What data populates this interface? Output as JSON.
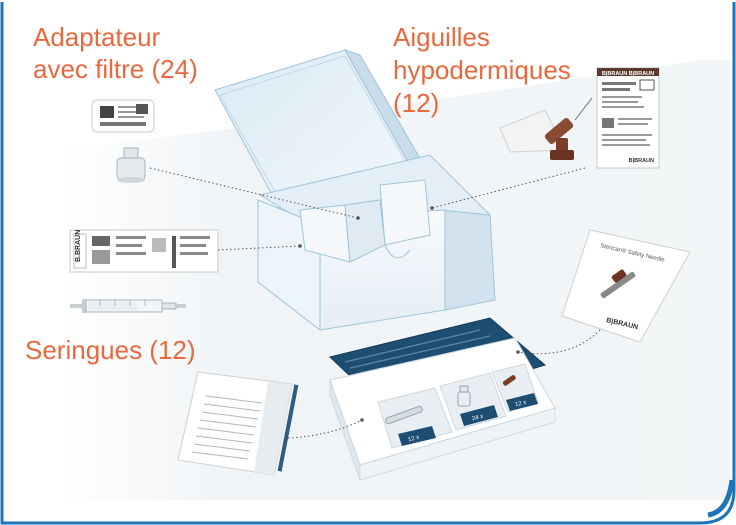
{
  "labels": {
    "adapter_line1": "Adaptateur",
    "adapter_line2": "avec filtre (24)",
    "needles_line1": "Aiguilles",
    "needles_line2": "hypodermiques",
    "needles_line3": "(12)",
    "syringes": "Seringues (12)"
  },
  "tray": {
    "label_left": "12 x",
    "label_mid": "24 x",
    "label_right": "12 x"
  },
  "brand": {
    "logo_text": "B|BRAUN",
    "leaflet_title": "Sterican® Safety Needle",
    "needle_label_title": "Sterican® Safety Needle"
  },
  "colors": {
    "label_orange": "#e8693e",
    "frame_blue": "#1f73b7",
    "tray_navy": "#1d4e72",
    "box_edge": "#9fc4d9"
  }
}
